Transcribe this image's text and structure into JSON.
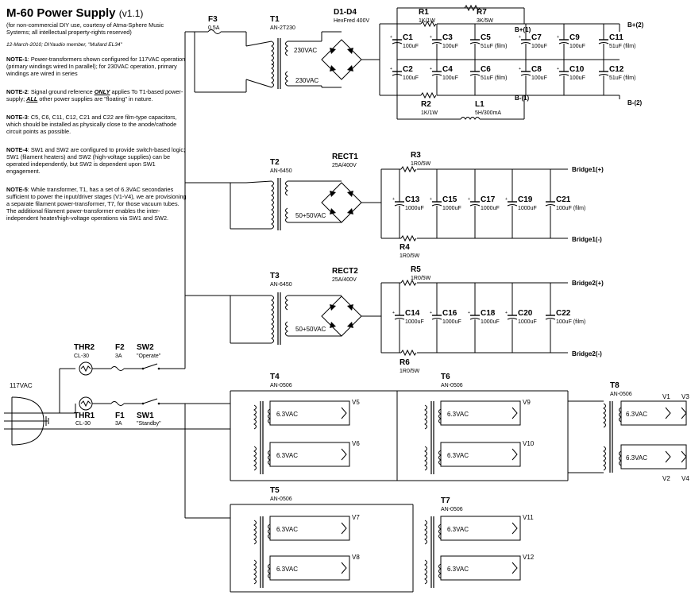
{
  "title": "M-60 Power Supply",
  "version": "(v1.1)",
  "subtitle": "(for non-commercial DIY use, courtesy of Atma-Sphere Music Systems; all intellectual property-rights reserved)",
  "date_line": "12-March-2010; DIYaudio member, \"Mullard EL34\"",
  "notes": [
    {
      "label": "NOTE-1",
      "text": ": Power-transformers shown configured for 117VAC operation (primary windings wired In parallel); for 230VAC operation, primary windings are wired in series"
    },
    {
      "label": "NOTE-2",
      "pre": ": Signal ground reference ",
      "em1": "ONLY",
      "mid": " applies To T1-based power-supply; ",
      "em2": "ALL",
      "post": " other power supplies are \"floating\" in nature."
    },
    {
      "label": "NOTE-3",
      "text": ": C5, C6, C11, C12, C21 and C22 are film-type capacitors, which should be installed as physically close to the anode/cathode circuit points as possible."
    },
    {
      "label": "NOTE-4",
      "text": ": SW1 and SW2 are configured to provide switch-based logic; SW1 (filament heaters) and SW2 (high-voltage supplies) can be operated independently, but SW2 is dependent upon SW1 engagement."
    },
    {
      "label": "NOTE-5",
      "text": ": While transformer, T1, has a set of 6.3VAC secondaries sufficient to power the input/driver stages (V1-V4), we are provisioning a separate filament power-transformer, T7, for those vacuum tubes.  The additional filament power-transformer enables the inter-independent heater/high-voltage operations via SW1 and SW2."
    }
  ],
  "input": {
    "label": "117VAC"
  },
  "switches": {
    "thr2": {
      "name": "THR2",
      "value": "CL-30"
    },
    "f2": {
      "name": "F2",
      "value": "3A"
    },
    "sw2": {
      "name": "SW2",
      "value": "\"Operate\""
    },
    "thr1": {
      "name": "THR1",
      "value": "CL-30"
    },
    "f1": {
      "name": "F1",
      "value": "3A"
    },
    "sw1": {
      "name": "SW1",
      "value": "\"Standby\""
    }
  },
  "t1_section": {
    "f3": {
      "name": "F3",
      "value": "0.5A"
    },
    "t1": {
      "name": "T1",
      "part": "AN-2T230"
    },
    "sec_a": "230VAC",
    "sec_b": "230VAC",
    "rect": {
      "name": "D1-D4",
      "value": "HexFred 400V"
    },
    "r1": {
      "name": "R1",
      "value": "1K/1W"
    },
    "r2": {
      "name": "R2",
      "value": "1K/1W"
    },
    "r7": {
      "name": "R7",
      "value": "3K/5W"
    },
    "l1": {
      "name": "L1",
      "value": "5H/300mA"
    },
    "caps_top": [
      {
        "name": "C1",
        "value": "100uF"
      },
      {
        "name": "C3",
        "value": "100uF"
      },
      {
        "name": "C5",
        "value": "51uF (film)"
      },
      {
        "name": "C7",
        "value": "100uF"
      },
      {
        "name": "C9",
        "value": "100uF"
      },
      {
        "name": "C11",
        "value": "51uF (film)"
      }
    ],
    "caps_bottom": [
      {
        "name": "C2",
        "value": "100uF"
      },
      {
        "name": "C4",
        "value": "100uF"
      },
      {
        "name": "C6",
        "value": "51uF (film)"
      },
      {
        "name": "C8",
        "value": "100uF"
      },
      {
        "name": "C10",
        "value": "100uF"
      },
      {
        "name": "C12",
        "value": "51uF (film)"
      }
    ],
    "out_b2p": "B+(2)",
    "out_b1p": "B+(1)",
    "out_b1n": "B-(1)",
    "out_b2n": "B-(2)"
  },
  "t2_section": {
    "t": {
      "name": "T2",
      "part": "AN-6450"
    },
    "rect": {
      "name": "RECT1",
      "value": "25A/400V"
    },
    "sec": "50+50VAC",
    "r_top": {
      "name": "R3",
      "value": "1R0/5W"
    },
    "r_bot": {
      "name": "R4",
      "value": "1R0/5W"
    },
    "caps": [
      {
        "name": "C13",
        "value": "1000uF"
      },
      {
        "name": "C15",
        "value": "1000uF"
      },
      {
        "name": "C17",
        "value": "1000uF"
      },
      {
        "name": "C19",
        "value": "1000uF"
      },
      {
        "name": "C21",
        "value": "100uF (film)"
      }
    ],
    "out_pos": "Bridge1(+)",
    "out_neg": "Bridge1(-)"
  },
  "t3_section": {
    "t": {
      "name": "T3",
      "part": "AN-6450"
    },
    "rect": {
      "name": "RECT2",
      "value": "25A/400V"
    },
    "sec": "50+50VAC",
    "r_top": {
      "name": "R5",
      "value": "1R0/5W"
    },
    "r_bot": {
      "name": "R6",
      "value": "1R0/5W"
    },
    "caps": [
      {
        "name": "C14",
        "value": "1000uF"
      },
      {
        "name": "C16",
        "value": "1000uF"
      },
      {
        "name": "C18",
        "value": "1000uF"
      },
      {
        "name": "C20",
        "value": "1000uF"
      },
      {
        "name": "C22",
        "value": "100uF (film)"
      }
    ],
    "out_pos": "Bridge2(+)",
    "out_neg": "Bridge2(-)"
  },
  "filaments": {
    "t4": {
      "name": "T4",
      "part": "AN-0506",
      "v_top": "V5",
      "v_bot": "V6"
    },
    "t6": {
      "name": "T6",
      "part": "AN-0506",
      "v_top": "V9",
      "v_bot": "V10"
    },
    "t5": {
      "name": "T5",
      "part": "AN-0506",
      "v_top": "V7",
      "v_bot": "V8"
    },
    "t7": {
      "name": "T7",
      "part": "AN-0506",
      "v_top": "V11",
      "v_bot": "V12"
    },
    "t8": {
      "name": "T8",
      "part": "AN-0506",
      "v1": "V1",
      "v2": "V2",
      "v3": "V3",
      "v4": "V4"
    },
    "sec": "6.3VAC"
  }
}
